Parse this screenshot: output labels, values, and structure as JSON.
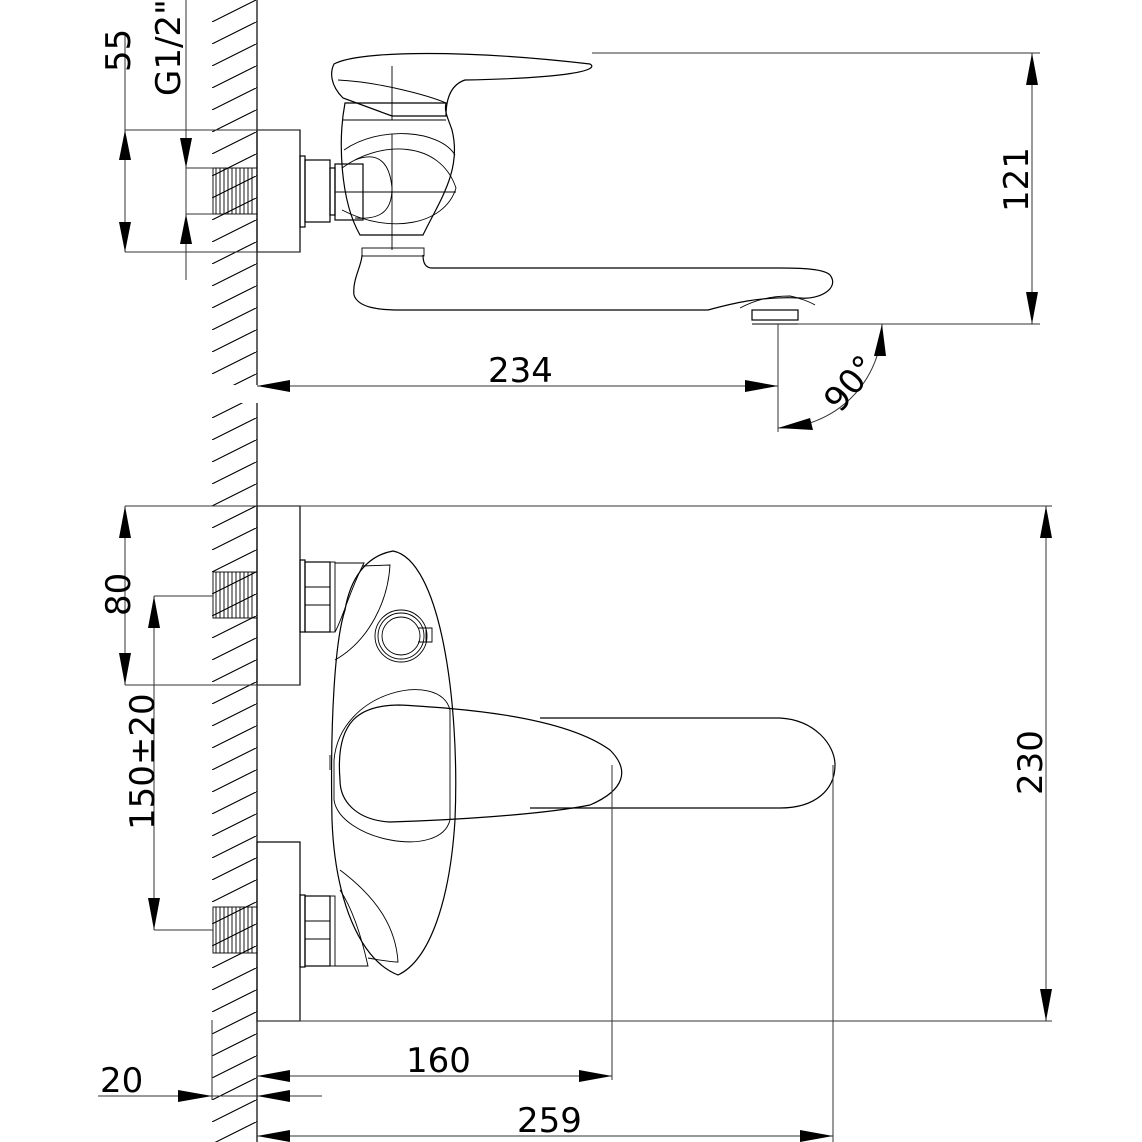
{
  "drawing": {
    "subject": "wall-mounted single-lever mixer faucet",
    "views": [
      "side-view",
      "front-view"
    ],
    "line_color": "#000000",
    "background": "#ffffff"
  },
  "dimensions": {
    "side_view": {
      "fitting_depth": "55",
      "thread_size": "G1/2\"",
      "total_height": "121",
      "spout_reach": "234",
      "spout_angle": "90°"
    },
    "front_view": {
      "upper_fitting_offset": "80",
      "inlet_spacing": "150±20",
      "overall_height": "230",
      "handle_reach": "160",
      "overall_width": "259",
      "wall_thickness_offset": "20"
    }
  }
}
